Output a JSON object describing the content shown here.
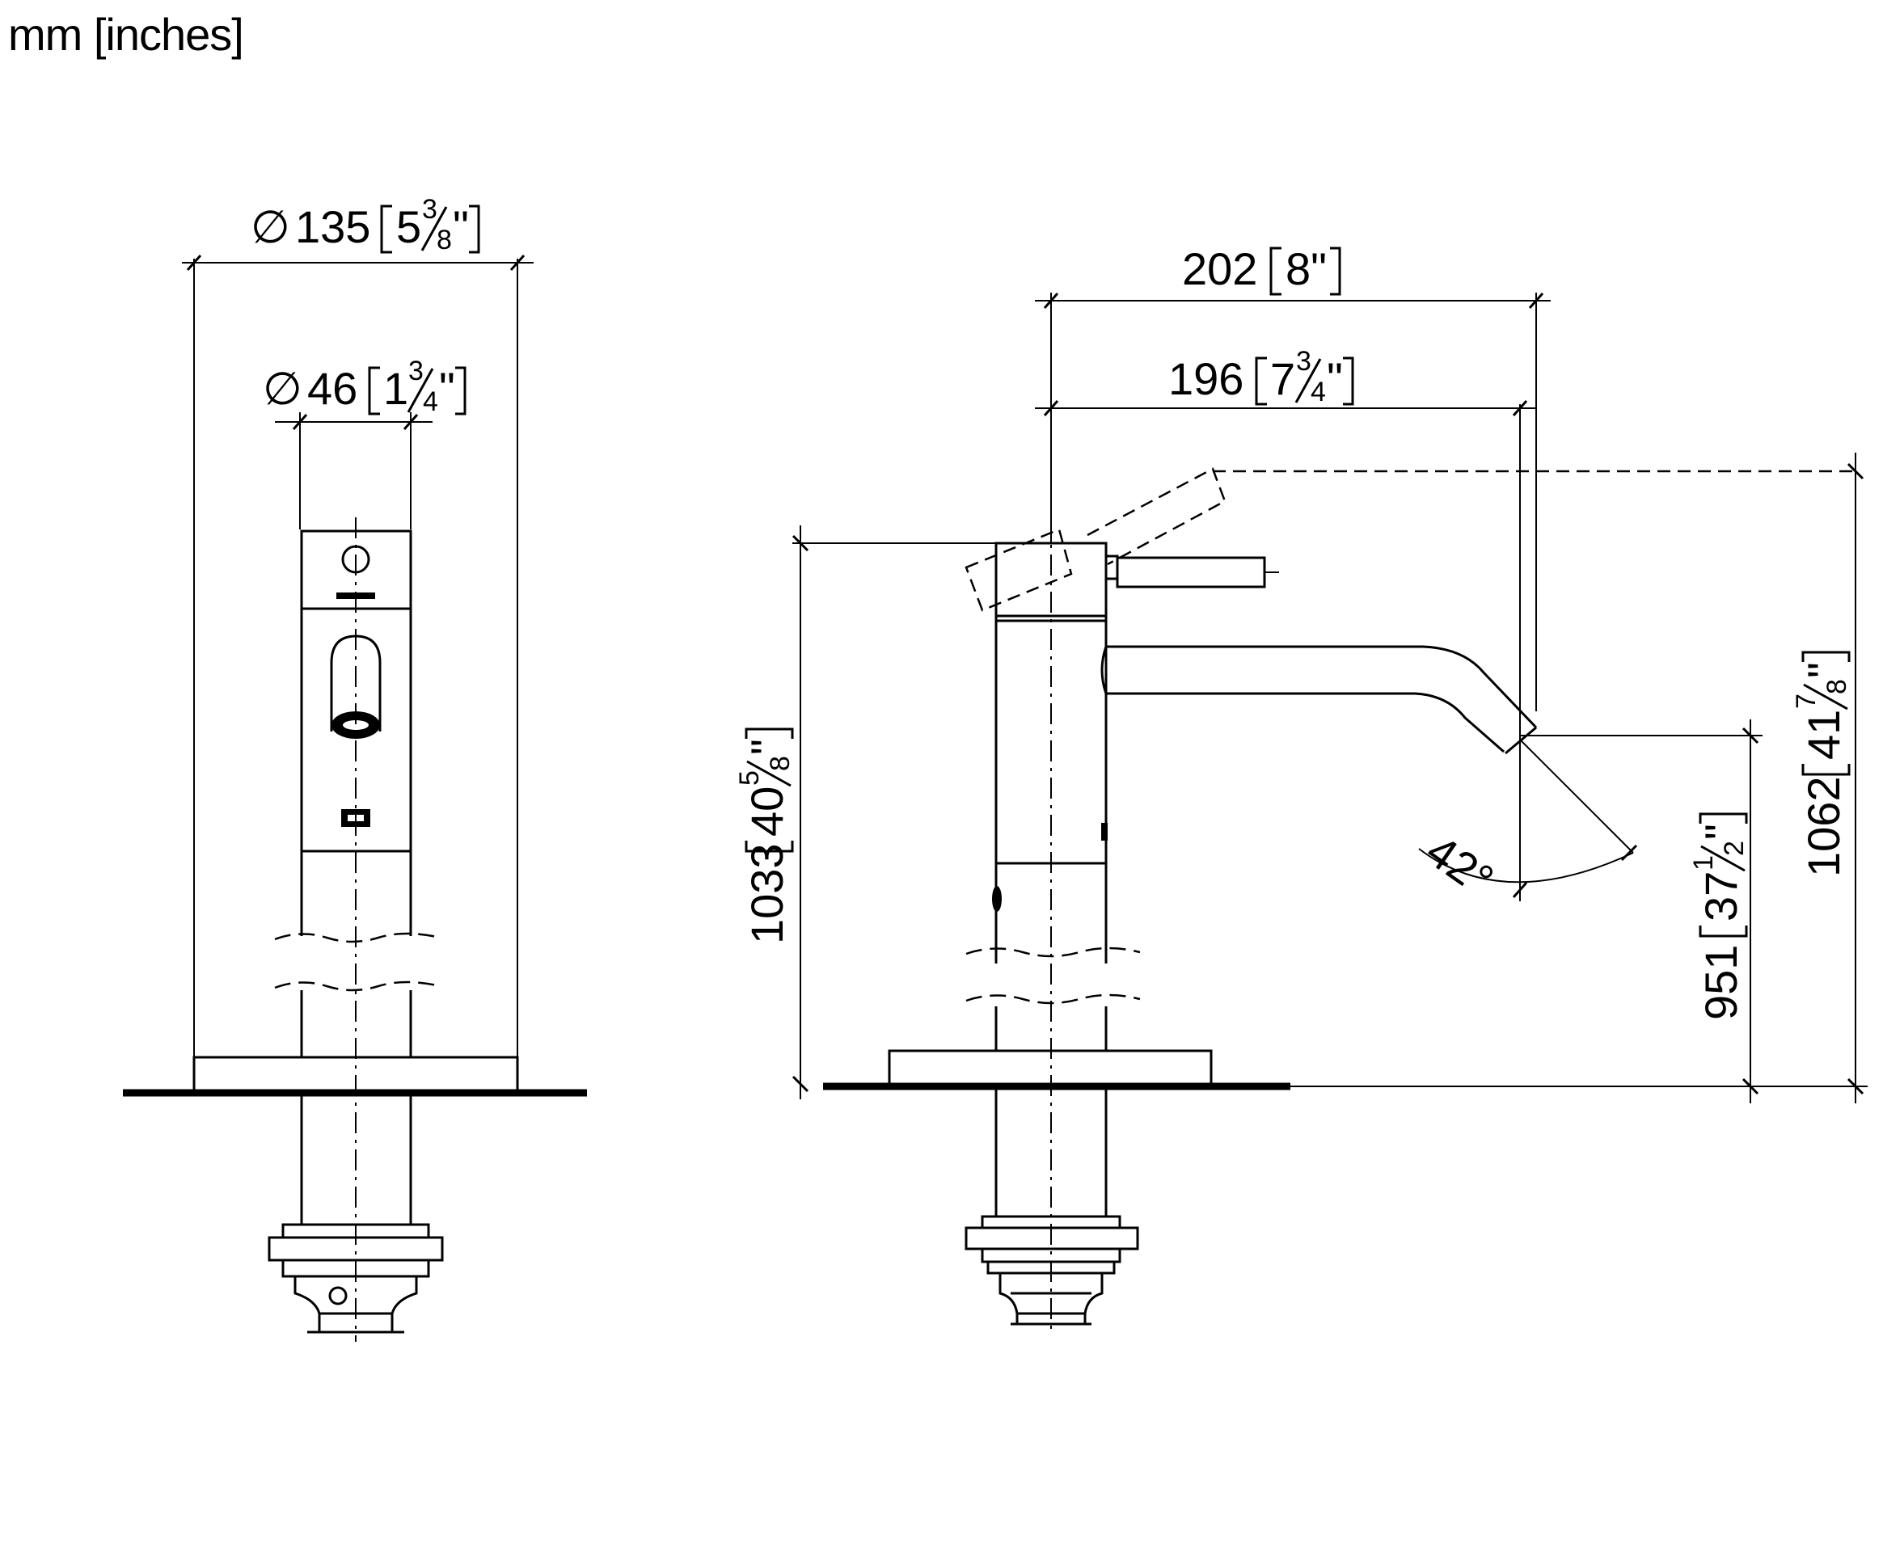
{
  "units_label": "mm [inches]",
  "front_view": {
    "outer_diameter": {
      "symbol": "∅",
      "mm": "135",
      "whole": "5",
      "num": "3",
      "den": "8",
      "unit": "\""
    },
    "body_diameter": {
      "symbol": "∅",
      "mm": "46",
      "whole": "1",
      "num": "3",
      "den": "4",
      "unit": "\""
    }
  },
  "side_view": {
    "reach_total": {
      "mm": "202",
      "inch": "8\""
    },
    "reach_spout": {
      "mm": "196",
      "whole": "7",
      "num": "3",
      "den": "4",
      "unit": "\""
    },
    "height_body": {
      "mm": "1033",
      "whole": "40",
      "num": "5",
      "den": "8",
      "unit": "\""
    },
    "height_outlet": {
      "mm": "951",
      "whole": "37",
      "num": "1",
      "den": "2",
      "unit": "\""
    },
    "height_lever": {
      "mm": "1062",
      "whole": "41",
      "num": "7",
      "den": "8",
      "unit": "\""
    },
    "spout_angle": "42°"
  }
}
